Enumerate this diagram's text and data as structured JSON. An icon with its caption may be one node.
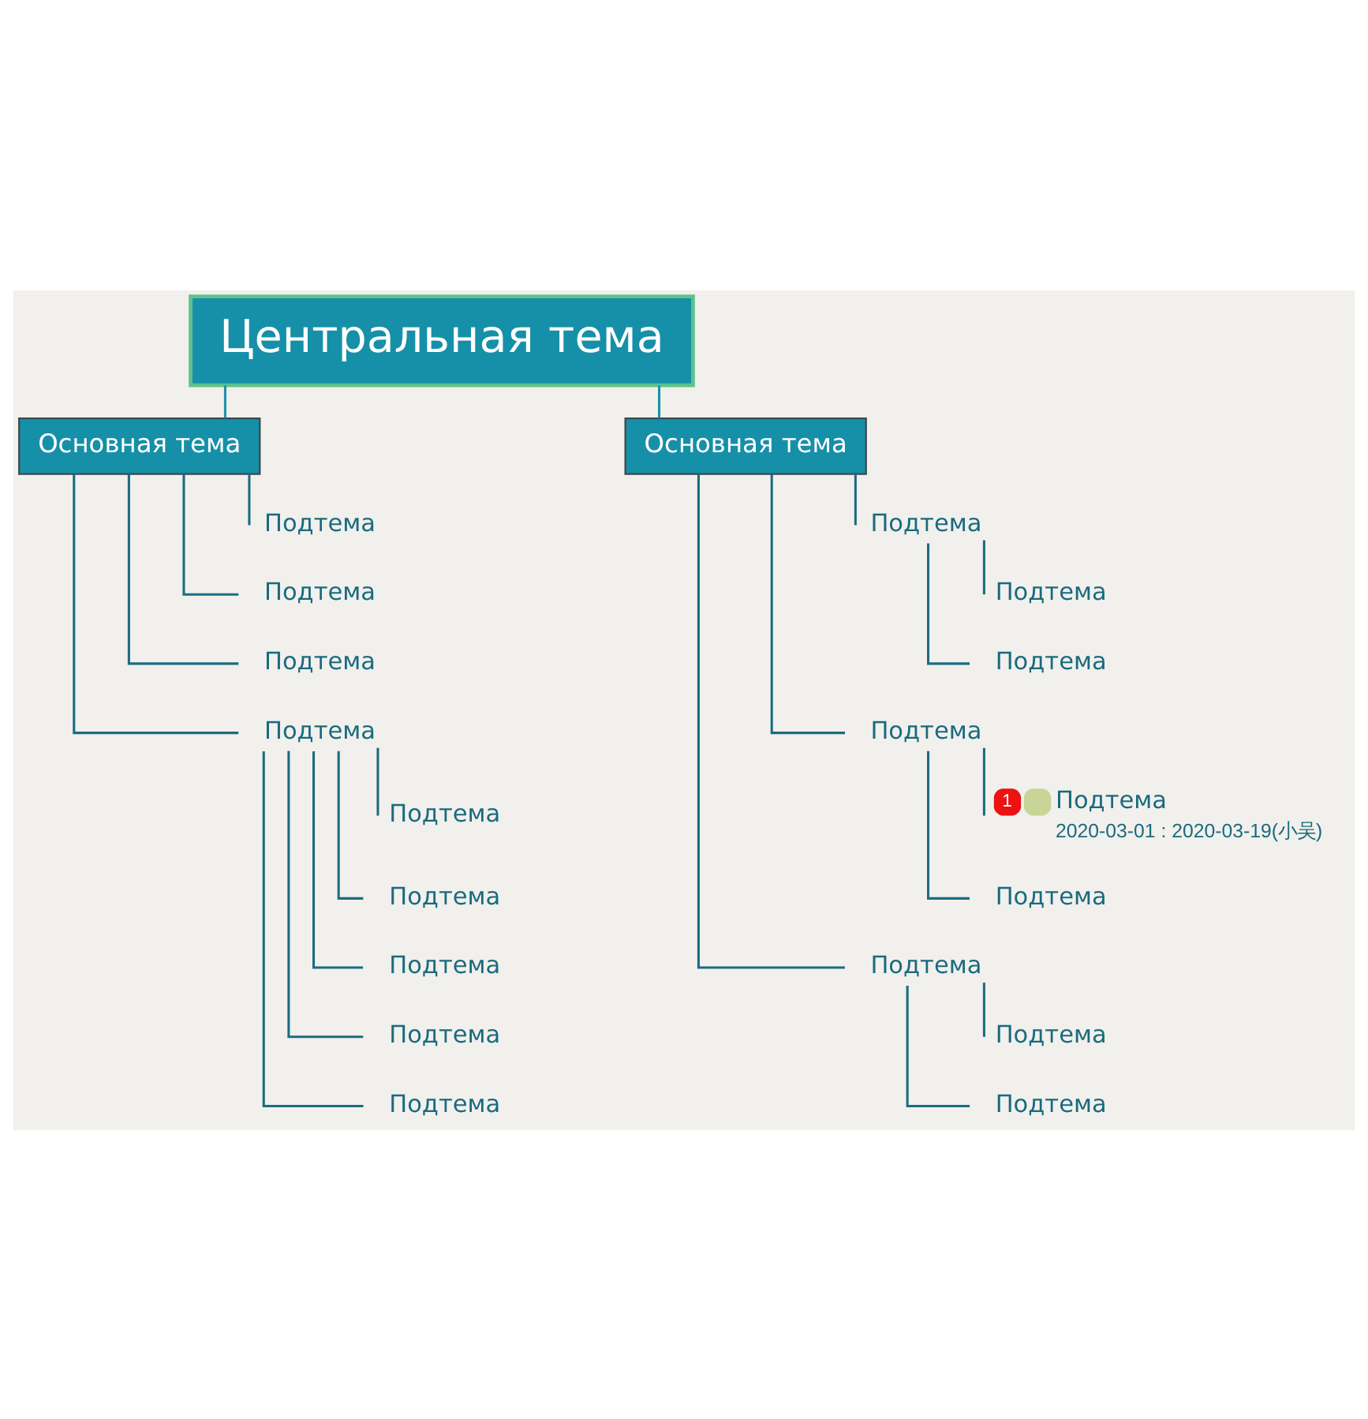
{
  "diagram": {
    "nodes": [
      {
        "text": [
          "Центральная тема"
        ]
      },
      {
        "text": [
          "Основная тема"
        ]
      },
      {
        "text": [
          "Подтема"
        ]
      },
      {
        "text": [
          "Подтема"
        ]
      },
      {
        "text": [
          "Подтема"
        ]
      },
      {
        "text": [
          "Подтема"
        ]
      },
      {
        "text": [
          "Подтема"
        ]
      },
      {
        "text": [
          "Подтема"
        ]
      },
      {
        "text": [
          "Подтема"
        ]
      },
      {
        "text": [
          "Подтема"
        ]
      },
      {
        "text": [
          "Подтема"
        ]
      },
      {
        "text": [
          "Основная тема"
        ]
      },
      {
        "text": [
          "Подтема"
        ]
      },
      {
        "text": [
          "Подтема"
        ]
      },
      {
        "text": [
          "Подтема"
        ]
      },
      {
        "text": [
          "Подтема"
        ]
      },
      {
        "text": [
          "1",
          "Подтема",
          "2020-03-01 : 2020-03-19(小吴)"
        ]
      },
      {
        "text": [
          "Подтема"
        ]
      },
      {
        "text": [
          "Подтема"
        ]
      },
      {
        "text": [
          "Подтема"
        ]
      },
      {
        "text": [
          "Подтема"
        ]
      }
    ],
    "edges": [
      {
        "from": 0,
        "to": 1,
        "arrow": "none",
        "color": "#1792a9"
      },
      {
        "from": 0,
        "to": 11,
        "arrow": "none",
        "color": "#1792a9"
      },
      {
        "from": 1,
        "to": 2,
        "arrow": "none"
      },
      {
        "from": 1,
        "to": 3,
        "arrow": "none"
      },
      {
        "from": 1,
        "to": 4,
        "arrow": "none"
      },
      {
        "from": 1,
        "to": 5,
        "arrow": "none"
      },
      {
        "from": 5,
        "to": 6,
        "arrow": "none"
      },
      {
        "from": 5,
        "to": 7,
        "arrow": "none"
      },
      {
        "from": 5,
        "to": 8,
        "arrow": "none"
      },
      {
        "from": 5,
        "to": 9,
        "arrow": "none"
      },
      {
        "from": 5,
        "to": 10,
        "arrow": "none"
      },
      {
        "from": 11,
        "to": 12,
        "arrow": "none"
      },
      {
        "from": 12,
        "to": 13,
        "arrow": "none"
      },
      {
        "from": 12,
        "to": 14,
        "arrow": "none"
      },
      {
        "from": 11,
        "to": 15,
        "arrow": "none"
      },
      {
        "from": 15,
        "to": 16,
        "arrow": "none"
      },
      {
        "from": 15,
        "to": 17,
        "arrow": "none"
      },
      {
        "from": 11,
        "to": 18,
        "arrow": "none"
      },
      {
        "from": 18,
        "to": 19,
        "arrow": "none"
      },
      {
        "from": 18,
        "to": 20,
        "arrow": "none"
      }
    ]
  }
}
